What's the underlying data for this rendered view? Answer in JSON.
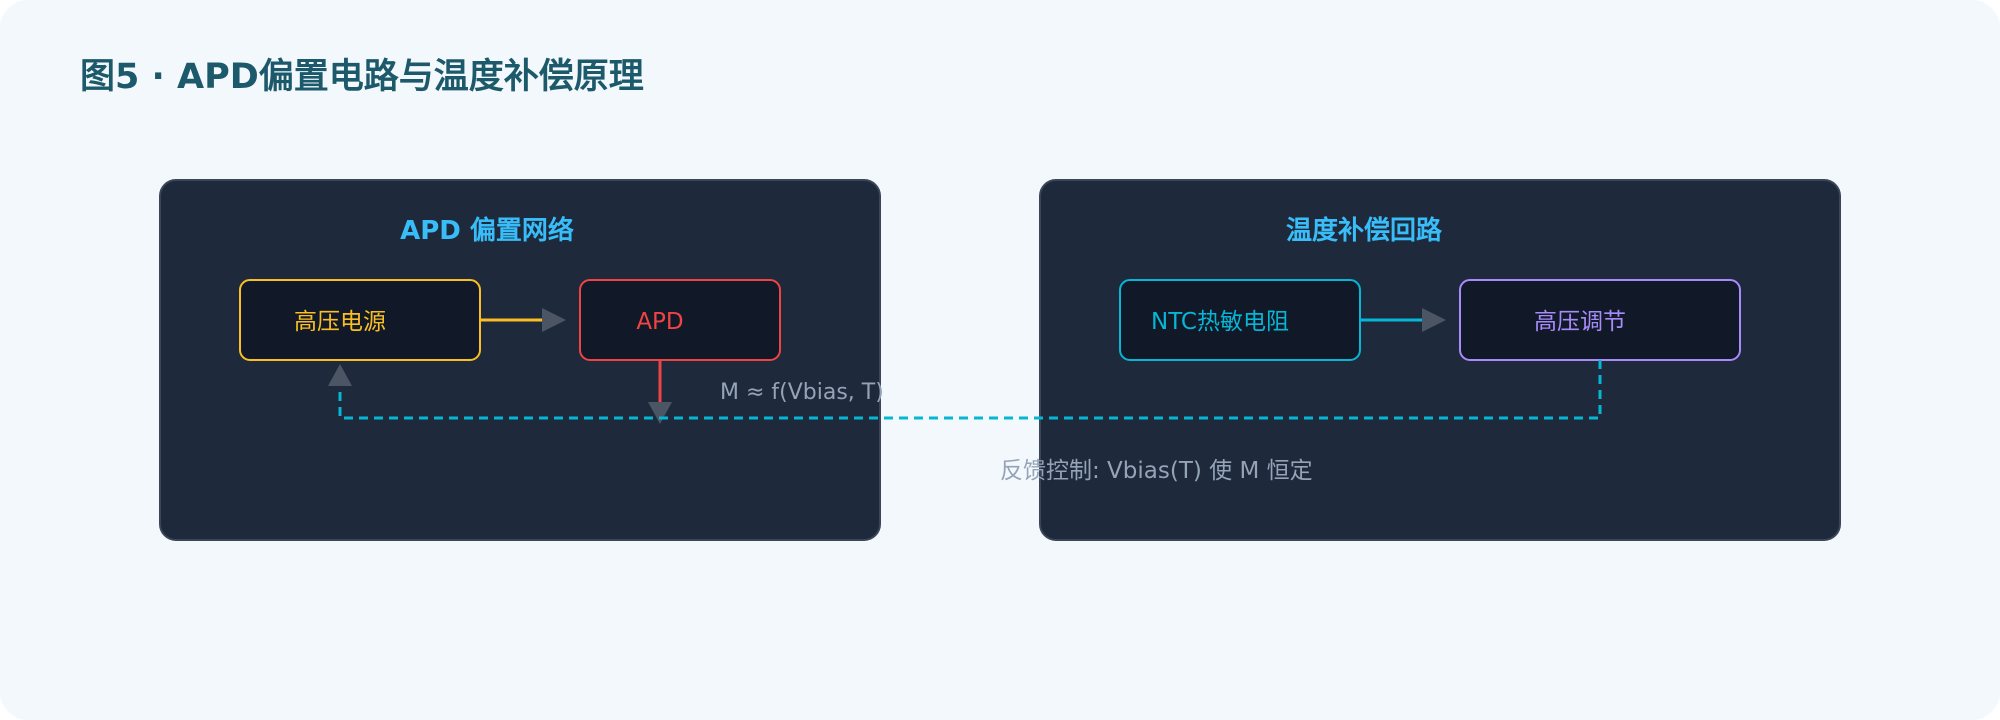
{
  "page": {
    "title": "图5 · APD偏置电路与温度补偿原理"
  },
  "panels": {
    "bias": {
      "title": "APD 偏置网络"
    },
    "comp": {
      "title": "温度补偿回路"
    }
  },
  "nodes": {
    "hv": {
      "label": "高压电源"
    },
    "apd": {
      "label": "APD"
    },
    "ntc": {
      "label": "NTC热敏电阻"
    },
    "hvadj": {
      "label": "高压调节"
    }
  },
  "annotations": {
    "gain_formula": "M ≈ f(Vbias, T)",
    "feedback": "反馈控制: Vbias(T) 使 M 恒定"
  },
  "colors": {
    "page_bg": "#f3f8fc",
    "title": "#1c5a6b",
    "panel_bg": "#1e293b",
    "panel_border": "#3a4658",
    "panel_title": "#38bdf8",
    "box_bg": "#111827",
    "hv": "#fbbf24",
    "apd": "#ef4444",
    "ntc": "#06b6d4",
    "hvadj": "#a78bfa",
    "arrow_gray": "#4b5563",
    "feedback": "#06b6d4",
    "note": "#94a3b8"
  }
}
